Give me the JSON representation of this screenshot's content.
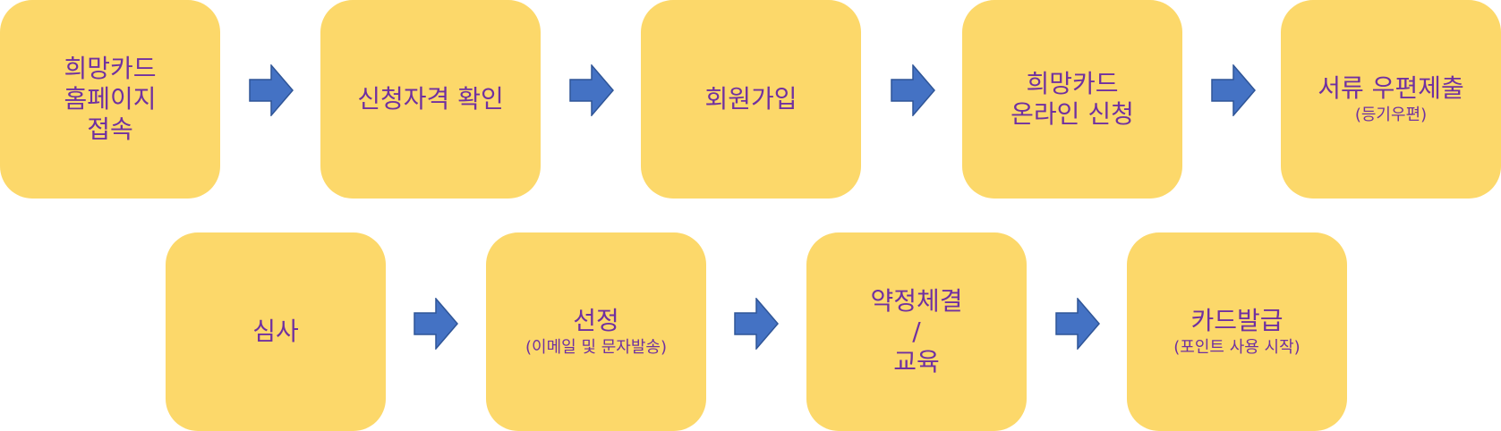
{
  "colors": {
    "box_fill": "#FCD86A",
    "text": "#7030A0",
    "arrow_fill": "#4472C4",
    "arrow_stroke": "#2F5597"
  },
  "steps": [
    {
      "lines": [
        "희망카드",
        "홈페이지",
        "접속"
      ]
    },
    {
      "lines": [
        "신청자격 확인"
      ]
    },
    {
      "lines": [
        "회원가입"
      ]
    },
    {
      "lines": [
        "희망카드",
        "온라인 신청"
      ]
    },
    {
      "lines": [
        "서류 우편제출"
      ],
      "sub": "(등기우편)"
    },
    {
      "lines": [
        "심사"
      ]
    },
    {
      "lines": [
        "선정"
      ],
      "sub": "(이메일 및 문자발송)"
    },
    {
      "lines": [
        "약정체결",
        "/",
        "교육"
      ]
    },
    {
      "lines": [
        "카드발급"
      ],
      "sub": "(포인트 사용 시작)"
    }
  ]
}
